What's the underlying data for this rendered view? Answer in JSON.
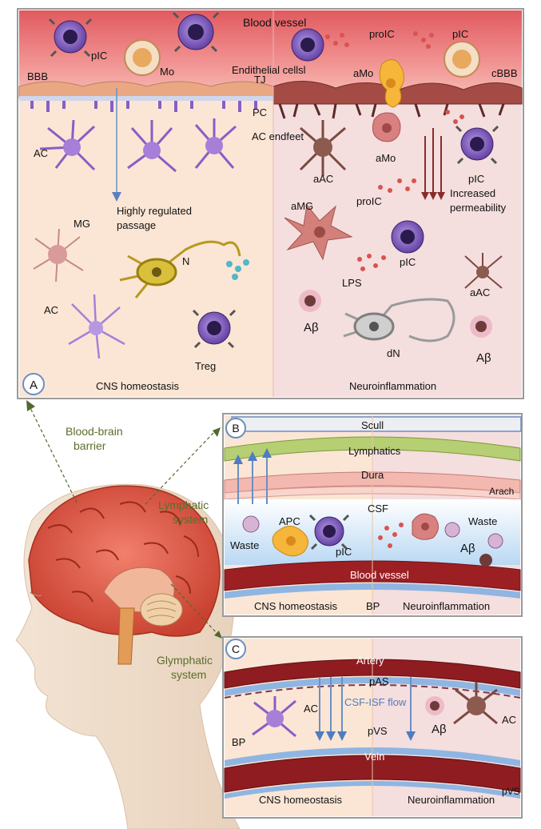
{
  "panels": {
    "a": {
      "badge": "A",
      "labels": {
        "blood_vessel": "Blood vessel",
        "pic_left": "pIC",
        "mo": "Mo",
        "endothelial": "Endithelial cellsl",
        "bbb": "BBB",
        "tj": "TJ",
        "pc": "PC",
        "ac_endfeet": "AC endfeet",
        "ac_top": "AC",
        "highly": "Highly regulated",
        "passage": "passage",
        "mg": "MG",
        "n": "N",
        "ac_bottom": "AC",
        "treg": "Treg",
        "proic_top": "proIC",
        "pic_right_top": "pIC",
        "amo_top": "aMo",
        "cbbb": "cBBB",
        "amo_mid": "aMo",
        "aac": "aAC",
        "pic_right_mid": "pIC",
        "proic_mid": "proIC",
        "increased": "Increased",
        "permeability": "permeability",
        "amg": "aMG",
        "pic_center": "pIC",
        "lps": "LPS",
        "aac_right": "aAC",
        "abeta_left": "Aβ",
        "dn": "dN",
        "abeta_right": "Aβ"
      },
      "footer_left": "CNS homeostasis",
      "footer_right": "Neuroinflammation"
    },
    "b": {
      "badge": "B",
      "labels": {
        "scull": "Scull",
        "lymphatics": "Lymphatics",
        "dura": "Dura",
        "arach": "Arach",
        "csf": "CSF",
        "apc": "APC",
        "waste_left": "Waste",
        "waste_right": "Waste",
        "pic": "pIC",
        "abeta": "Aβ",
        "blood_vessel": "Blood vessel",
        "bp": "BP"
      },
      "footer_left": "CNS homeostasis",
      "footer_right": "Neuroinflammation"
    },
    "c": {
      "badge": "C",
      "labels": {
        "artery": "Artery",
        "pas": "pAS",
        "ac_left": "AC",
        "flow": "CSF-ISF flow",
        "abeta": "Aβ",
        "ac_right": "AC",
        "pvs_mid": "pVS",
        "bp": "BP",
        "vein": "Vein",
        "pvs_right": "pVS"
      },
      "footer_left": "CNS homeostasis",
      "footer_right": "Neuroinflammation"
    }
  },
  "head_labels": {
    "bbb_line1": "Blood-brain",
    "bbb_line2": "barrier",
    "lymph_line1": "Lymphatic",
    "lymph_line2": "system",
    "glym_line1": "Glymphatic",
    "glym_line2": "system"
  }
}
